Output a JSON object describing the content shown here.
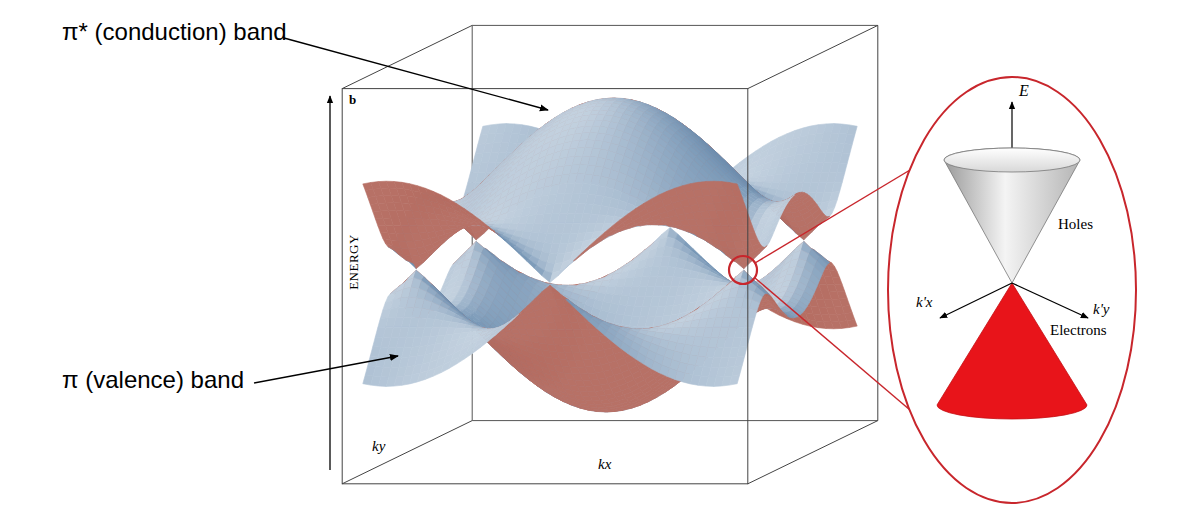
{
  "diagram": {
    "labels": [
      "π* (conduction) band",
      "b",
      "ENERGY",
      "π (valence) band",
      "ky",
      "kx",
      "E",
      "Holes",
      "k'x",
      "k'y",
      "Electrons"
    ]
  }
}
